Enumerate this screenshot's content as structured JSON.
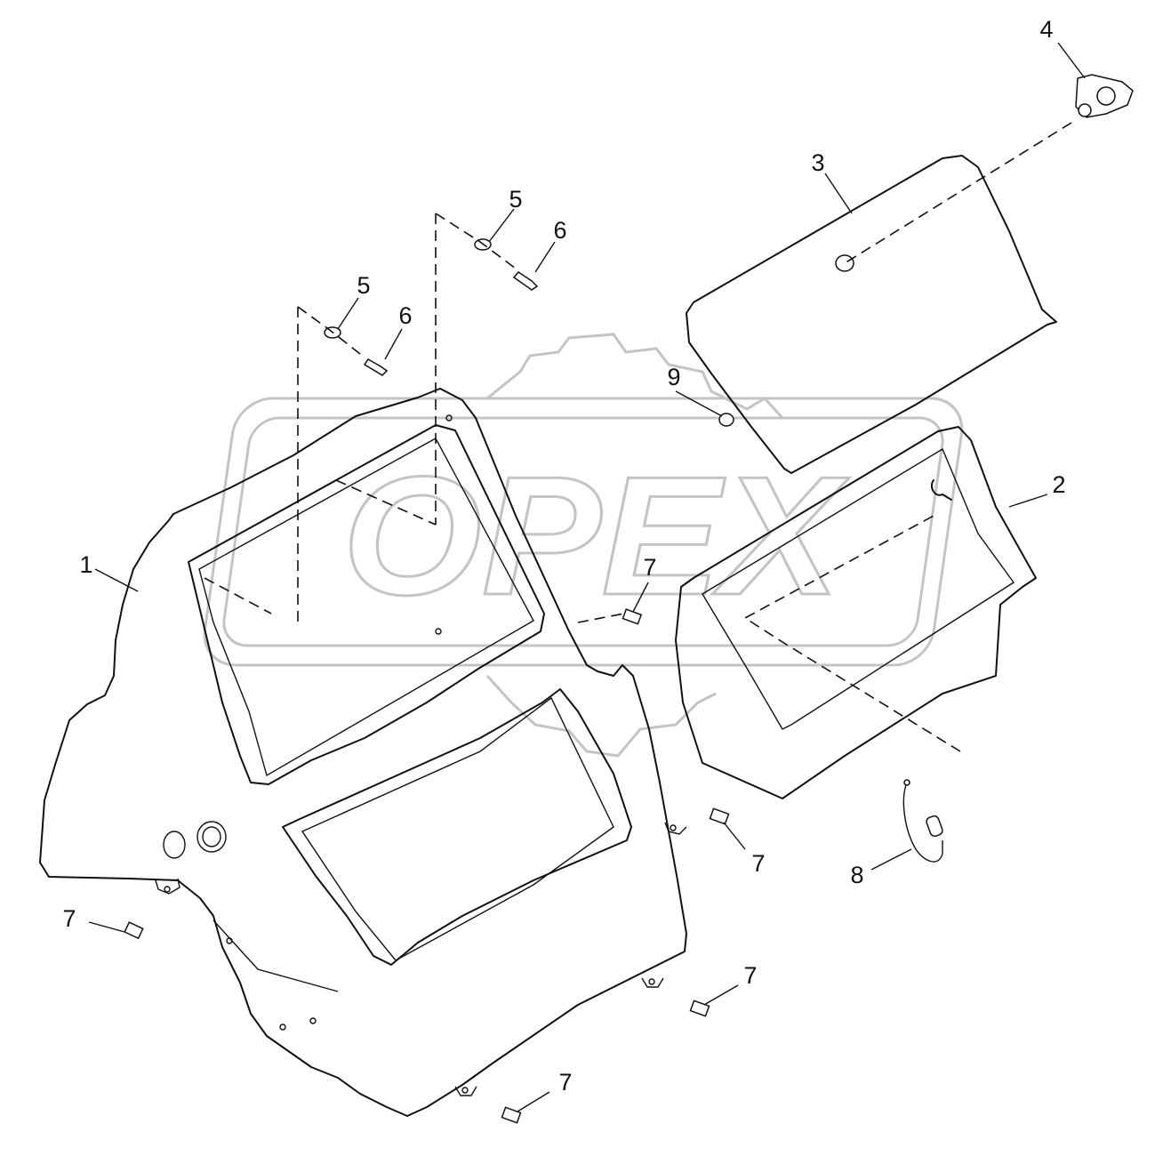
{
  "watermark": {
    "text": "OPEX"
  },
  "callouts": {
    "c1": "1",
    "c2": "2",
    "c3": "3",
    "c4": "4",
    "c5a": "5",
    "c5b": "5",
    "c6a": "6",
    "c6b": "6",
    "c7a": "7",
    "c7b": "7",
    "c7c": "7",
    "c7d": "7",
    "c7e": "7",
    "c8": "8",
    "c9": "9"
  }
}
